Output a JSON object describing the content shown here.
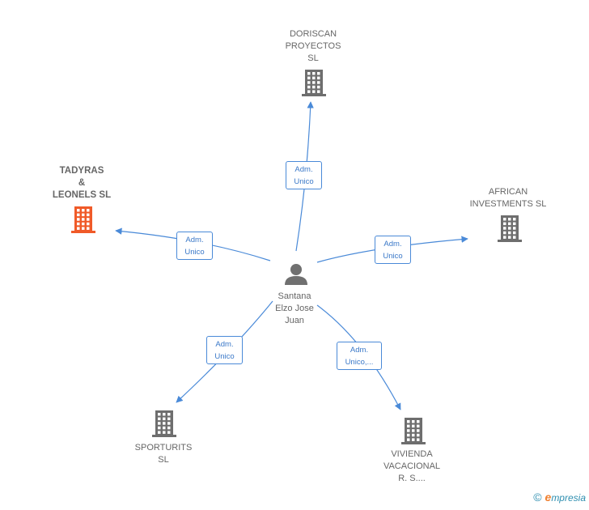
{
  "person": {
    "name": "Santana\nElzo Jose\nJuan"
  },
  "companies": [
    {
      "id": "doriscan",
      "label": "DORISCAN\nPROYECTOS\nSL",
      "role": "Adm.\nUnico",
      "highlight": false
    },
    {
      "id": "african",
      "label": "AFRICAN\nINVESTMENTS SL",
      "role": "Adm.\nUnico",
      "highlight": false
    },
    {
      "id": "tadyras",
      "label": "TADYRAS\n&\nLEONELS  SL",
      "role": "Adm.\nUnico",
      "highlight": true
    },
    {
      "id": "sporturits",
      "label": "SPORTURITS\nSL",
      "role": "Adm.\nUnico",
      "highlight": false
    },
    {
      "id": "vivienda",
      "label": "VIVIENDA\nVACACIONAL\nR. S....",
      "role": "Adm.\nUnico,...",
      "highlight": false
    }
  ],
  "colors": {
    "edge": "#4a8ad8",
    "building": "#6e6e6e",
    "highlight": "#f05a28",
    "person": "#707070"
  },
  "icons": {
    "person": "person-icon",
    "company": "building-icon"
  },
  "footer": {
    "copyright": "©",
    "brand_initial": "e",
    "brand_rest": "mpresia"
  }
}
